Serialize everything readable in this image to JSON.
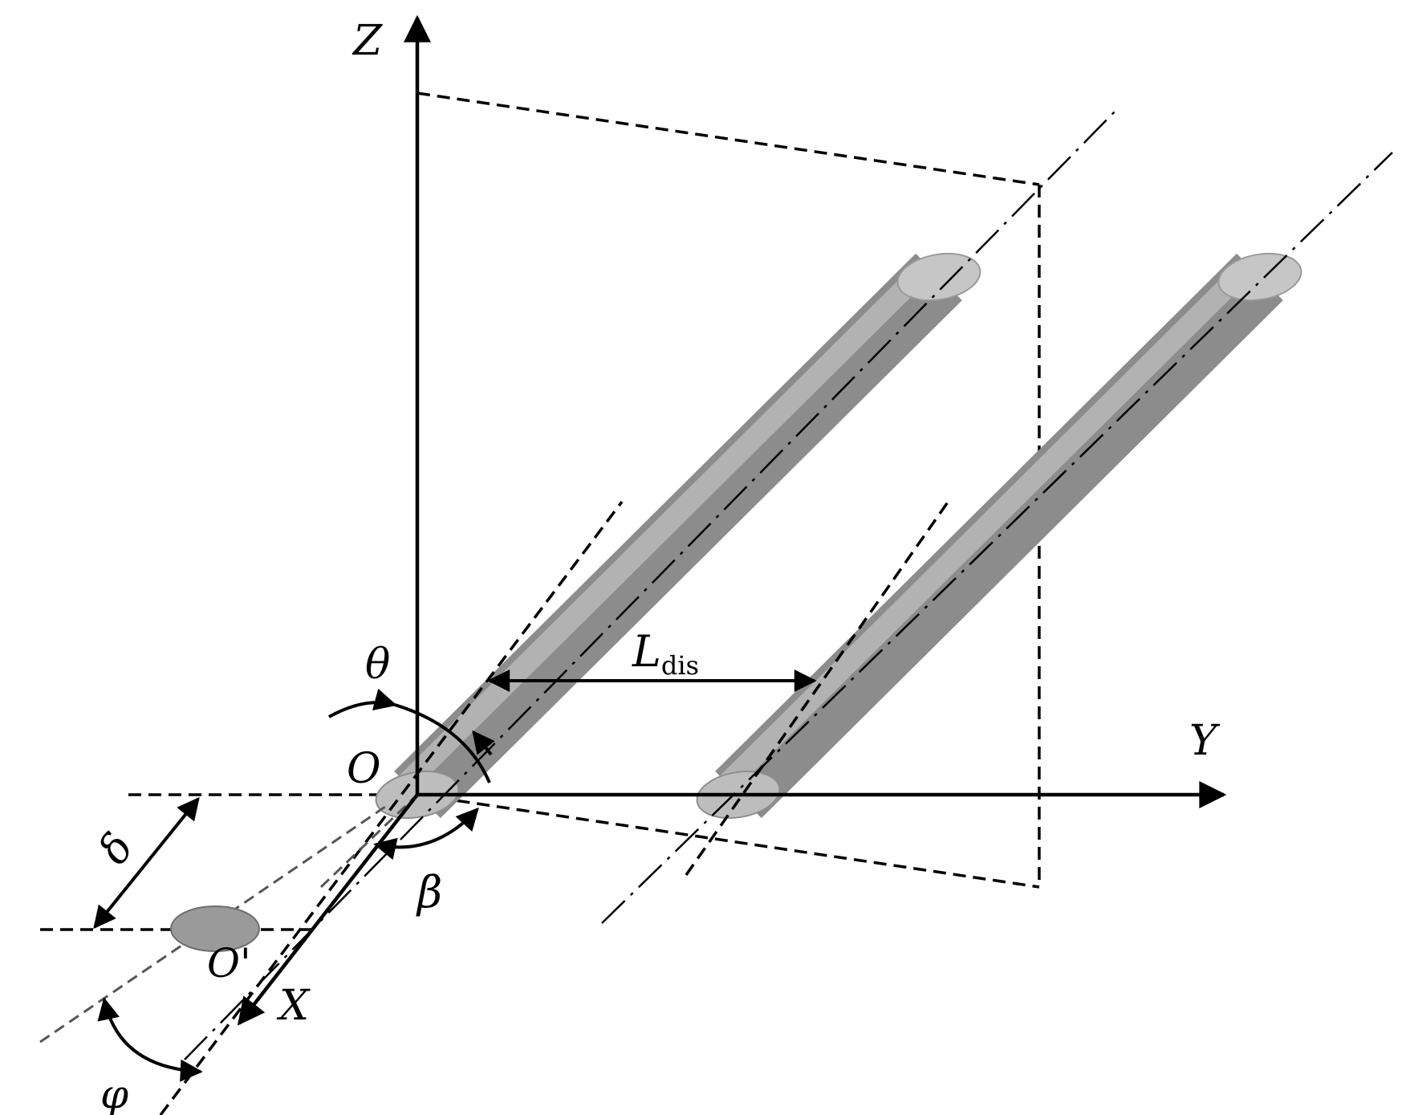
{
  "labels": {
    "z_axis": "Z",
    "y_axis": "Y",
    "x_axis": "X",
    "origin": "O",
    "origin_prime": "O'",
    "theta": "θ",
    "beta": "β",
    "delta": "δ",
    "phi": "φ",
    "l_dis_main": "L",
    "l_dis_sub": "dis"
  },
  "colors": {
    "cylinder_dark": "#7a7a7a",
    "cylinder_light": "#b8b8b8",
    "cap": "#c4c4c4",
    "ellipse_o_prime": "#9a9a9a"
  }
}
